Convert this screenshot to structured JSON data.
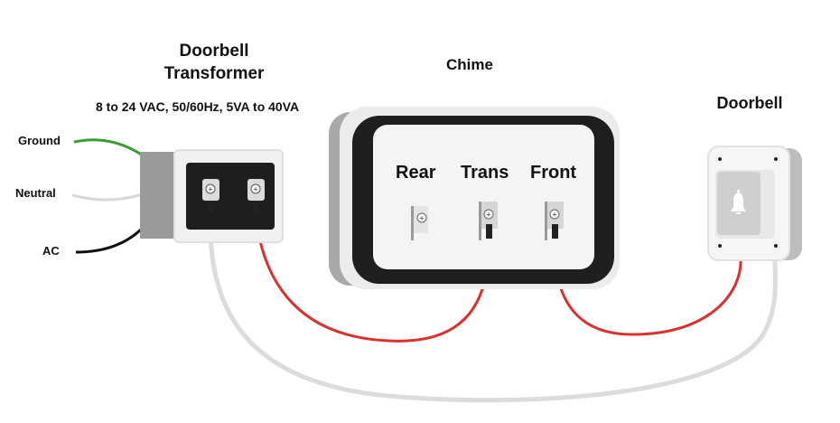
{
  "transformer": {
    "title_line1": "Doorbell",
    "title_line2": "Transformer",
    "spec": "8 to 24 VAC, 50/60Hz, 5VA to 40VA"
  },
  "chime": {
    "title": "Chime",
    "terminals": [
      "Rear",
      "Trans",
      "Front"
    ]
  },
  "doorbell": {
    "title": "Doorbell",
    "icon": "bell-icon"
  },
  "house_wires": {
    "ground": "Ground",
    "neutral": "Neutral",
    "ac": "AC"
  },
  "colors": {
    "ground_wire": "#3a9c35",
    "neutral_wire": "#d6d6d6",
    "ac_wire": "#111111",
    "red_wire": "#d9322e",
    "low_voltage_wire": "#d8d8d8"
  }
}
